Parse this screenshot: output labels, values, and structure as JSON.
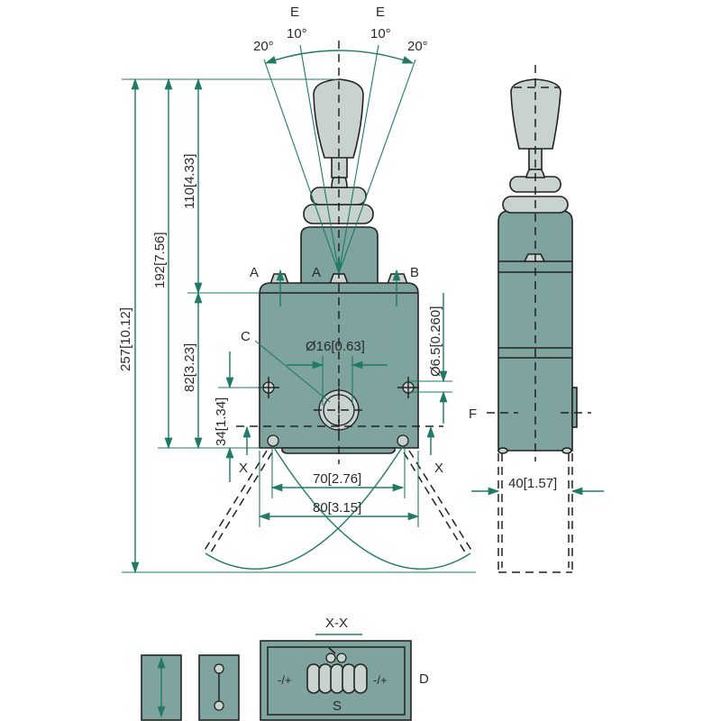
{
  "labels": {
    "e_left": "E",
    "e_right": "E",
    "deg10_left": "10°",
    "deg10_right": "10°",
    "deg20_left": "20°",
    "deg20_right": "20°",
    "a_left": "A",
    "a_center": "A",
    "b": "B",
    "c": "C",
    "f": "F",
    "d": "D",
    "s": "S",
    "x_left": "X",
    "x_right": "X",
    "section": "X-X",
    "minus_plus_left": "-/+",
    "minus_plus_right": "-/+"
  },
  "dimensions": {
    "overall_height": "257[10.12]",
    "height_192": "192[7.56]",
    "height_110": "110[4.33]",
    "height_82": "82[3.23]",
    "height_34": "34[1.34]",
    "width_70": "70[2.76]",
    "width_80": "80[3.15]",
    "diameter_16": "Ø16[0.63]",
    "diameter_6_5": "Ø6.5[0.260]",
    "depth_40": "40[1.57]"
  },
  "colors": {
    "body": "#7fa39e",
    "knob": "#c8d3cf",
    "dimension": "#1f7a66"
  }
}
